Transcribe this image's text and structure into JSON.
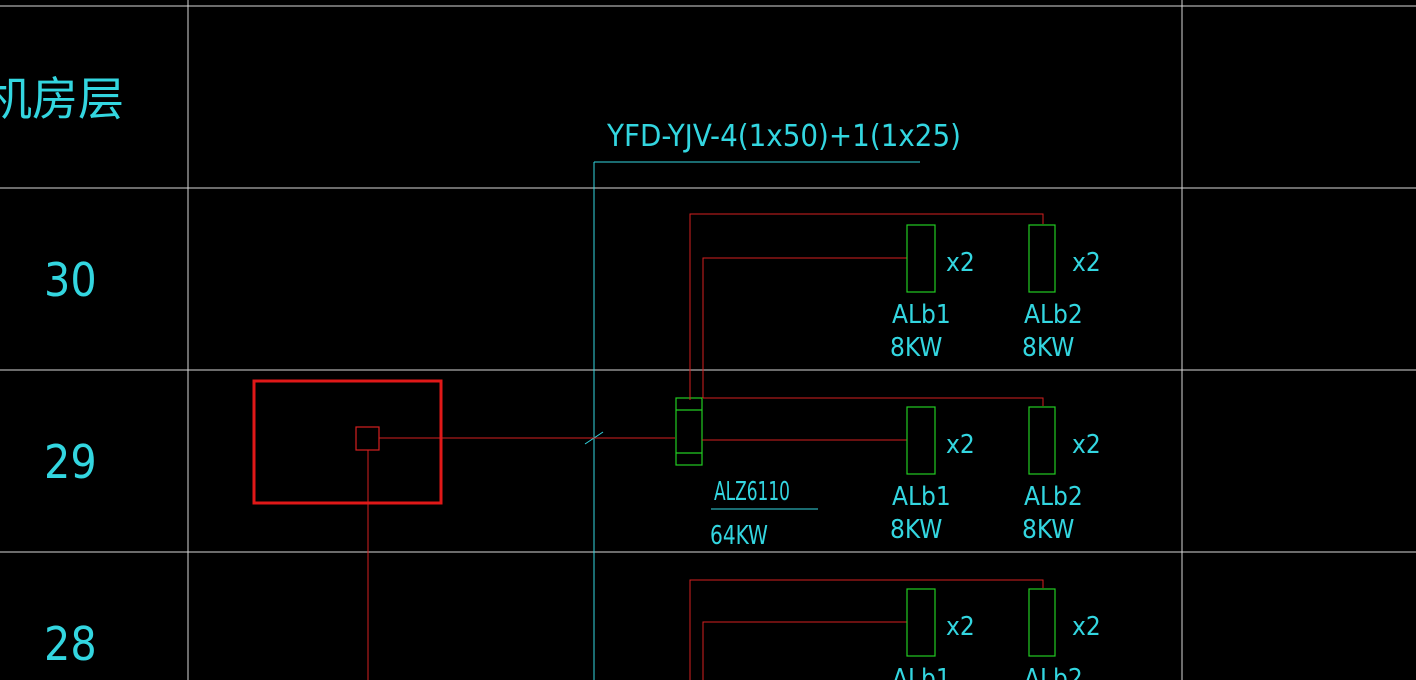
{
  "floors": {
    "machine_room": "机房层",
    "f30": "30",
    "f29": "29",
    "f28": "28"
  },
  "feeder_cable": "YFD-YJV-4(1x50)+1(1x25)",
  "panel": {
    "id": "ALZ6110",
    "power": "64KW"
  },
  "loads": [
    {
      "id": "ALb1",
      "power": "8KW",
      "multiplier": "x2"
    },
    {
      "id": "ALb2",
      "power": "8KW",
      "multiplier": "x2"
    }
  ],
  "colors": {
    "background": "#000000",
    "grid": "#d8d8d8",
    "text": "#33d6e0",
    "cable": "#d42020",
    "device": "#22cc22",
    "highlight": "#e01818"
  }
}
